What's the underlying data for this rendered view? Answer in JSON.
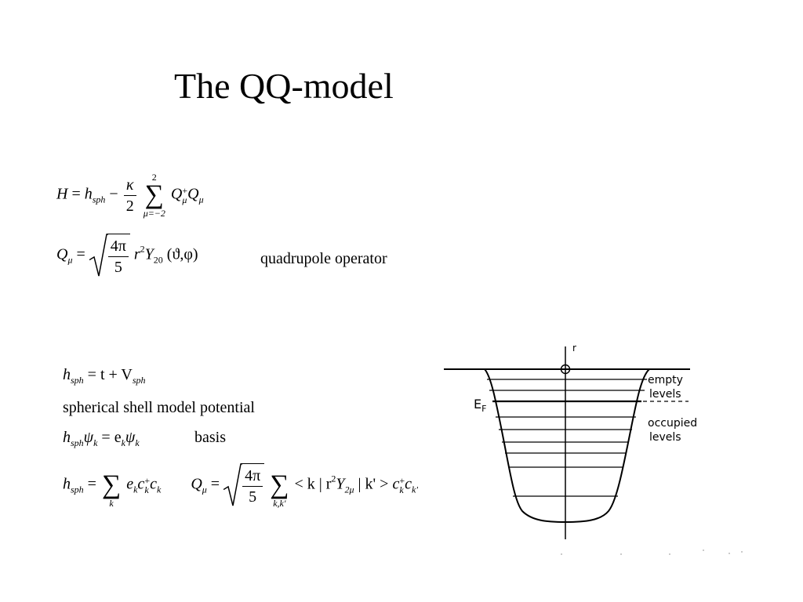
{
  "title": "The QQ-model",
  "equations": {
    "hamiltonian": {
      "lhs": "H",
      "hsph": "h",
      "hsph_sub": "sph",
      "kappa": "κ",
      "two": "2",
      "sum_upper": "2",
      "sum_lower": "μ=−2",
      "Q": "Q",
      "plus": "+",
      "mu": "μ"
    },
    "quadrupole": {
      "lhs": "Q",
      "mu": "μ",
      "frac_num": "4π",
      "frac_den": "5",
      "r": "r",
      "two": "2",
      "Y": "Y",
      "Y_sub": "20",
      "args": "(ϑ,φ)",
      "label": "quadrupole operator"
    },
    "hsph_def": {
      "h": "h",
      "sub": "sph",
      "rhs": "= t + V",
      "V_sub": "sph"
    },
    "shell_model_text": "spherical shell model potential",
    "basis": {
      "h": "h",
      "sub": "sph",
      "psi": "ψ",
      "k": "k",
      "eq": "= e",
      "label": "basis"
    },
    "second_quant": {
      "h": "h",
      "sub": "sph",
      "sum_lower_k": "k",
      "e": "e",
      "c": "c",
      "k": "k",
      "plus": "+",
      "Q": "Q",
      "mu": "μ",
      "frac_num": "4π",
      "frac_den": "5",
      "sum_lower_kk": "k,k'",
      "matrix_element": "< k | r",
      "two": "2",
      "Y": "Y",
      "Y_sub": "2μ",
      "ket": "| k' >",
      "kprime": "k'"
    }
  },
  "diagram": {
    "top_label": "r",
    "empty_levels": [
      "empty",
      "levels"
    ],
    "fermi_label": "E",
    "fermi_sub": "F",
    "occupied_levels": [
      "occupied",
      "levels"
    ]
  }
}
